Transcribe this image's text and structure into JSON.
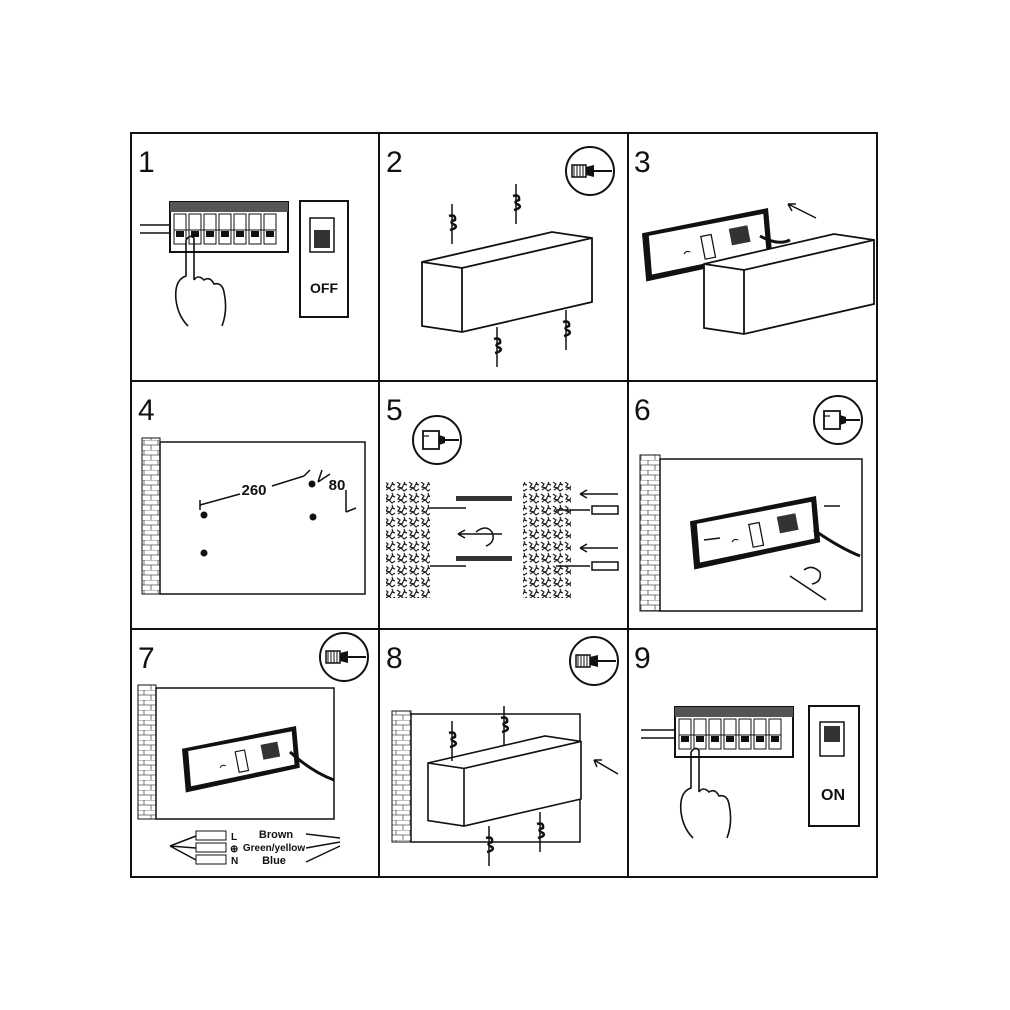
{
  "steps": [
    {
      "number": "1",
      "switch_state": "OFF"
    },
    {
      "number": "2"
    },
    {
      "number": "3"
    },
    {
      "number": "4",
      "dim_horizontal": "260",
      "dim_vertical": "80"
    },
    {
      "number": "5"
    },
    {
      "number": "6"
    },
    {
      "number": "7",
      "wiring": {
        "terminal_l": "L",
        "terminal_earth": "⊕",
        "terminal_n": "N",
        "wire_brown": "Brown",
        "wire_green_yellow": "Green/yellow",
        "wire_blue": "Blue"
      }
    },
    {
      "number": "8"
    },
    {
      "number": "9",
      "switch_state": "ON"
    }
  ],
  "icons": {
    "screwdriver": "screwdriver-icon",
    "drill": "drill-icon",
    "hand": "hand-icon",
    "breaker": "breaker-panel-icon",
    "brick_wall": "brick-wall-icon"
  },
  "colors": {
    "line": "#111111",
    "background": "#ffffff"
  }
}
